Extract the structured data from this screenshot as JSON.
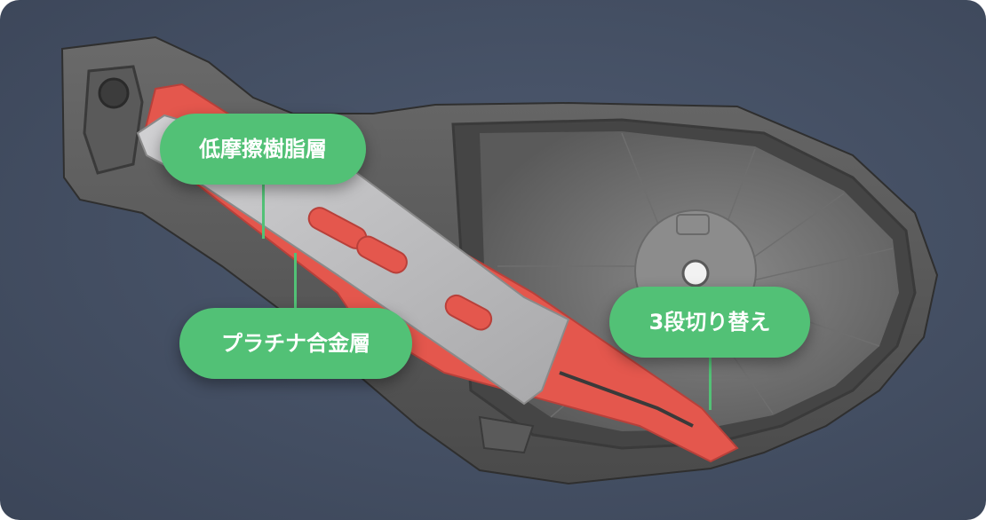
{
  "callouts": {
    "resin": "低摩擦樹脂層",
    "platinum": "プラチナ合金層",
    "switch": "3段切り替え"
  },
  "colors": {
    "accent": "#52c176",
    "background": "#444f63",
    "body": "#575757",
    "red_layer": "#e4574d",
    "plate": "#b7b7b9"
  }
}
